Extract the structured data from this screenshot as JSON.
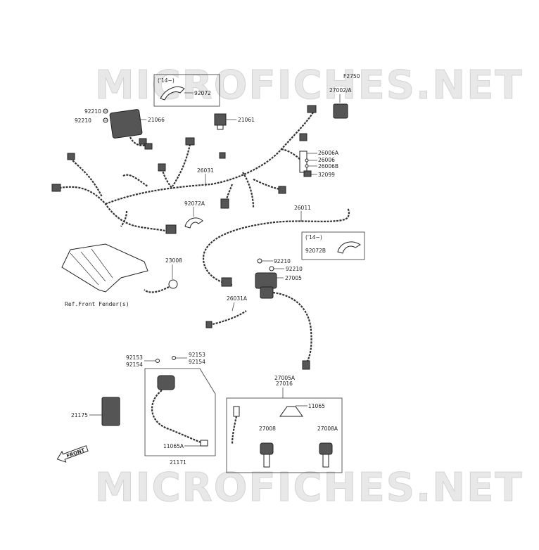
{
  "watermark": {
    "top": "MICROFICHES.NET",
    "bottom": "MICROFICHES.NET"
  },
  "fig_code": "F2750",
  "labels": {
    "p92210a": "92210",
    "p92210b": "92210",
    "p21066": "21066",
    "p14_top": "('14~)",
    "p92072": "92072",
    "p21061": "21061",
    "p27002A": "27002/A",
    "p26006A": "26006A",
    "p26006": "26006",
    "p26006B": "26006B",
    "p32099": "32099",
    "p26031": "26031",
    "p92072A": "92072A",
    "p26011": "26011",
    "p14_mid": "('14~)",
    "p92072B": "92072B",
    "p92210c": "92210",
    "p92210d": "92210",
    "p27005": "27005",
    "p23008": "23008",
    "ref_fender": "Ref.Front Fender(s)",
    "p26031A": "26031A",
    "p92153a": "92153",
    "p92154a": "92154",
    "p92153b": "92153",
    "p92154b": "92154",
    "p27005A": "27005A",
    "p27016": "27016",
    "p11065": "11065",
    "p21175": "21175",
    "p27008": "27008",
    "p27008A": "27008A",
    "p11065A": "11065A",
    "p21171": "21171",
    "front": "FRONT"
  }
}
